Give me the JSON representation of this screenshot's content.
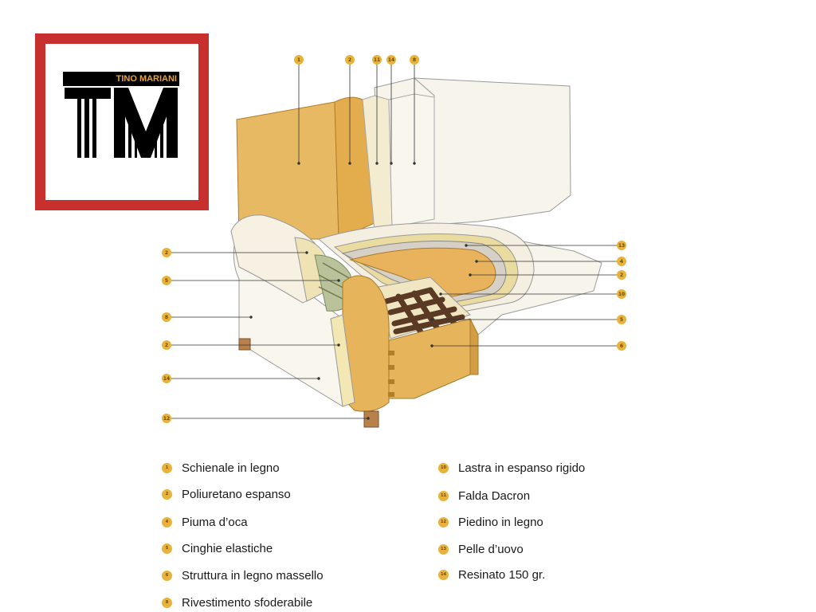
{
  "logo": {
    "brand": "TINO MARIANI",
    "initials": "TM",
    "colors": {
      "frame": "#c8302e",
      "band": "#000000",
      "brand_text": "#e8a23a"
    }
  },
  "callouts": {
    "top": [
      "1",
      "2",
      "11",
      "14",
      "8"
    ],
    "left": [
      "2",
      "5",
      "8",
      "2",
      "14",
      "12"
    ],
    "right": [
      "13",
      "4",
      "2",
      "10",
      "5",
      "6"
    ]
  },
  "legend": {
    "left": [
      {
        "num": "1",
        "label": "Schienale in legno"
      },
      {
        "num": "2",
        "label": "Poliuretano espanso"
      },
      {
        "num": "4",
        "label": "Piuma d’oca"
      },
      {
        "num": "5",
        "label": "Cinghie elastiche"
      },
      {
        "num": "6",
        "label": "Struttura in legno massello"
      },
      {
        "num": "8",
        "label": "Rivestimento sfoderabile"
      }
    ],
    "right": [
      {
        "num": "10",
        "label": "Lastra in espanso rigido"
      },
      {
        "num": "11",
        "label": "Falda Dacron"
      },
      {
        "num": "12",
        "label": "Piedino in legno"
      },
      {
        "num": "13",
        "label": "Pelle d’uovo"
      },
      {
        "num": "14",
        "label": "Resinato 150 gr."
      }
    ]
  },
  "colors": {
    "callout_dot": "#e9b23a",
    "wood": "#e3b45a",
    "foam": "#f3e7b4",
    "fabric": "#f7f4ec",
    "outline": "#8a8a8a"
  }
}
